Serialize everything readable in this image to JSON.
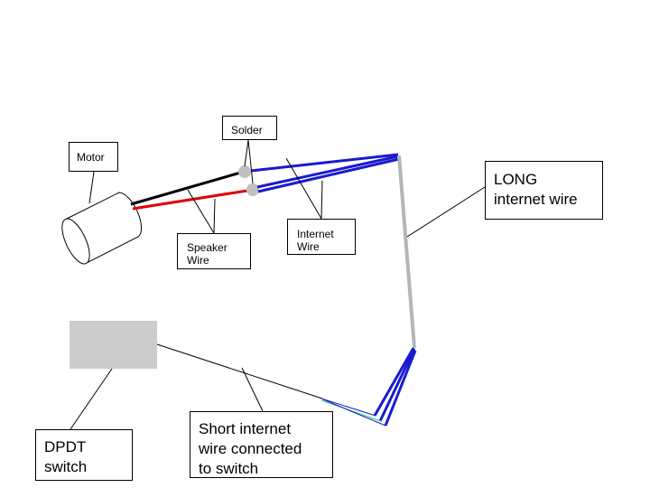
{
  "labels": {
    "motor": "Motor",
    "solder": "Solder",
    "speaker_wire": "Speaker\nWire",
    "internet_wire": "Internet\nWire",
    "long_internet_wire": "LONG\ninternet wire",
    "dpdt_switch": "DPDT\nswitch",
    "short_internet_wire": "Short internet\nwire connected\nto switch"
  },
  "colors": {
    "wire_black": "#000000",
    "wire_red": "#e00000",
    "wire_blue": "#1a1ad0",
    "wire_long_gray": "#b5b5b5",
    "switch_fill": "#cccccc",
    "solder_fill": "#c0c0c0",
    "wire_green": "#33cc66"
  }
}
